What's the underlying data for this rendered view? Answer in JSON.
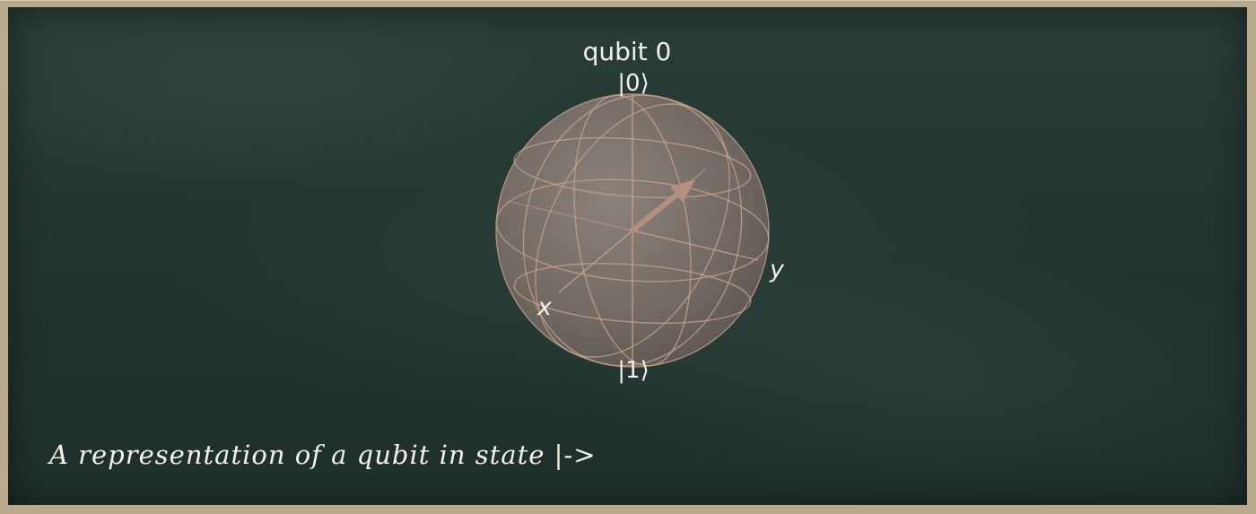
{
  "diagram": {
    "title": "qubit 0",
    "ket_zero_label": "|0⟩",
    "ket_one_label": "|1⟩",
    "x_axis_label": "x",
    "y_axis_label": "y",
    "sphere_color": "#8a7c74",
    "wire_color": "#c9a48e",
    "vector_color": "#b48e7e"
  },
  "caption": "A representation of a qubit in state |->"
}
